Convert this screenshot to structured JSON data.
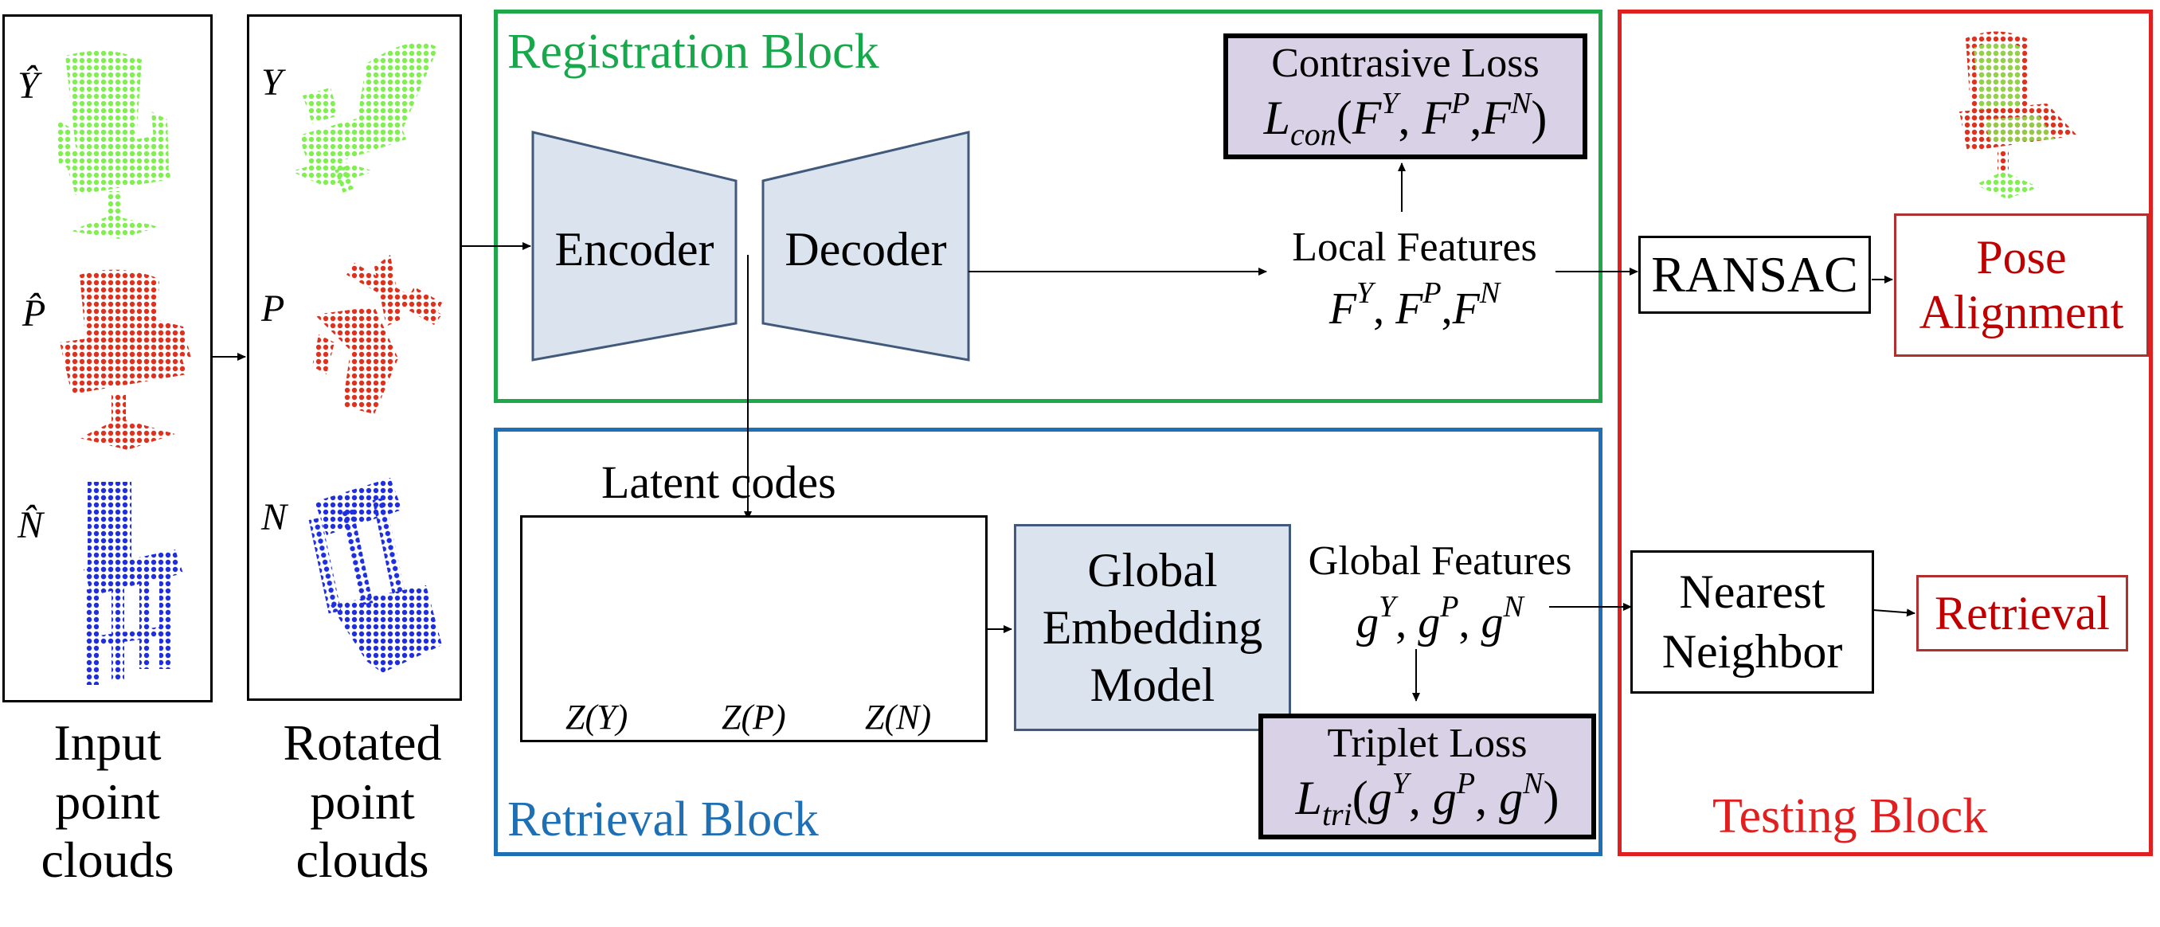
{
  "input_panel": {
    "labels": [
      "Ŷ",
      "P̂",
      "N̂"
    ],
    "caption": [
      "Input",
      "point",
      "clouds"
    ]
  },
  "rotated_panel": {
    "labels": [
      "Y",
      "P",
      "N"
    ],
    "caption": [
      "Rotated",
      "point",
      "clouds"
    ]
  },
  "registration_block": {
    "title": "Registration Block",
    "encoder_label": "Encoder",
    "decoder_label": "Decoder",
    "local_features_label": "Local Features",
    "local_features_vars": {
      "F": "F",
      "sups": [
        "Y",
        "P",
        "N"
      ]
    },
    "contrastive_loss": {
      "title": "Contrasive Loss",
      "L": "L",
      "sub": "con",
      "F": "F",
      "sups": [
        "Y",
        "P",
        "N"
      ]
    }
  },
  "retrieval_block": {
    "title": "Retrieval Block",
    "latent_codes_label": "Latent codes",
    "latent_labels": [
      "Z(Y)",
      "Z(P)",
      "Z(N)"
    ],
    "global_embedding_label": [
      "Global",
      "Embedding",
      "Model"
    ],
    "global_features_label": "Global Features",
    "global_features_vars": {
      "g": "g",
      "sups": [
        "Y",
        "P",
        "N"
      ]
    },
    "triplet_loss": {
      "title": "Triplet Loss",
      "L": "L",
      "sub": "tri",
      "g": "g",
      "sups": [
        "Y",
        "P",
        "N"
      ]
    }
  },
  "testing_block": {
    "title": "Testing Block",
    "ransac_label": "RANSAC",
    "pose_alignment_label": [
      "Pose",
      "Alignment"
    ],
    "nearest_neighbor_label": [
      "Nearest",
      "Neighbor"
    ],
    "retrieval_label": "Retrieval"
  },
  "colors": {
    "green_object": "#7ff04f",
    "red_object": "#e0301e",
    "blue_object": "#1f2fe0",
    "registration_border": "#1fa84a",
    "registration_title": "#16a84a",
    "retrieval_border": "#1f6fb4",
    "retrieval_title": "#1f6fb4",
    "testing_border": "#e02020",
    "testing_title": "#e02020",
    "encoder_fill": "#dbe3ef",
    "encoder_stroke": "#41597a",
    "loss_fill": "#d9d2e6",
    "pose_box_border": "#b03030",
    "red_text": "#c00000"
  }
}
